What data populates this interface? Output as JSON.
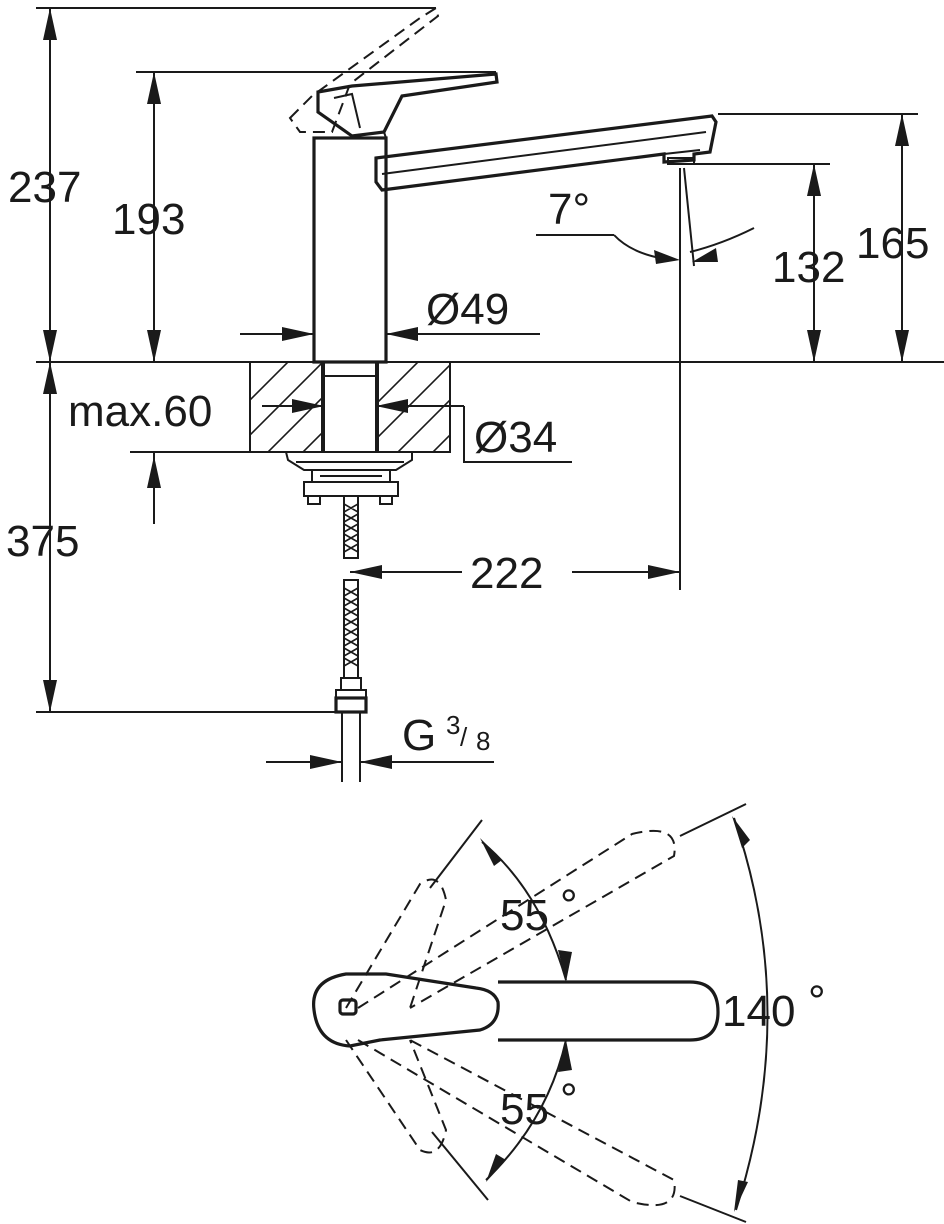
{
  "dimensions": {
    "total_height": "237",
    "lever_height": "193",
    "spout_height": "165",
    "outlet_height": "132",
    "spout_angle": "7°",
    "body_diameter": "Ø49",
    "hole_diameter": "Ø34",
    "max_countertop": "max.60",
    "hose_length": "375",
    "reach": "222",
    "thread_prefix": "G",
    "thread_num": "3",
    "thread_den": "8"
  },
  "rotation": {
    "upper_angle": "55",
    "lower_angle": "55",
    "total_angle": "140",
    "degree_symbol": "°"
  }
}
